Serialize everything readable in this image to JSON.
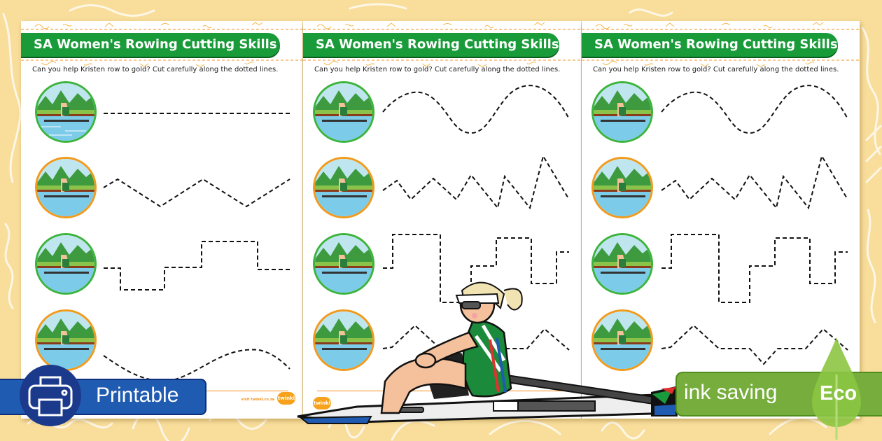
{
  "worksheet": {
    "title": "SA Women's Rowing Cutting Skills",
    "instruction": "Can you help Kristen row to gold? Cut carefully along the dotted lines.",
    "footer_url": "visit twinkl.co.za",
    "logo_label": "twinkl"
  },
  "pages": [
    {
      "id": "page-1",
      "variant": "easy",
      "lines": [
        "straight",
        "zigzag",
        "steps",
        "wave"
      ]
    },
    {
      "id": "page-2",
      "variant": "hard",
      "lines": [
        "wave",
        "jagged-zigzag",
        "tall-steps",
        "peaks"
      ]
    },
    {
      "id": "page-3",
      "variant": "hard",
      "lines": [
        "wave",
        "jagged-zigzag",
        "tall-steps",
        "peaks"
      ]
    }
  ],
  "badges": {
    "printable": {
      "label": "Printable",
      "icon": "printer-icon",
      "color": "#1f5bb0"
    },
    "eco": {
      "label": "ink saving",
      "tag": "Eco",
      "icon": "leaf-drop-icon",
      "color": "#76ad3c"
    }
  },
  "colors": {
    "background": "#f8dd9b",
    "title_green": "#1a9b3a",
    "accent_orange": "#f2901c",
    "circle_green": "#3cb43c",
    "circle_orange": "#f29a1c"
  }
}
